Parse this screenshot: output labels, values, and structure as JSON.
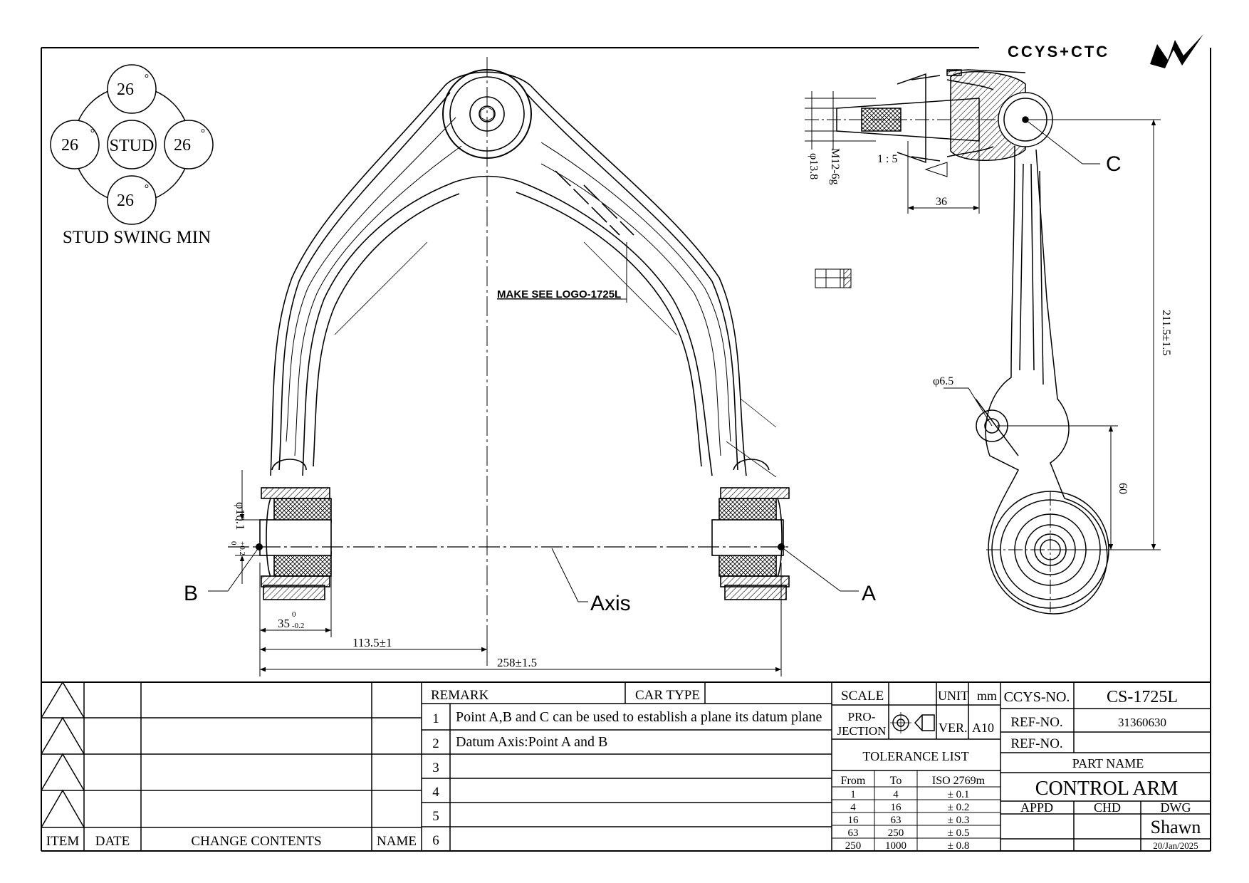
{
  "logo": {
    "text": "CCYS+CTC"
  },
  "stud_swing": {
    "title": "STUD SWING MIN",
    "center_label": "STUD",
    "angles": [
      "26",
      "26",
      "26",
      "26"
    ],
    "degree_mark": "°"
  },
  "callouts": {
    "logo_note": "MAKE SEE LOGO-1725L",
    "axis": "Axis",
    "point_a": "A",
    "point_b": "B",
    "point_c": "C"
  },
  "dimensions": {
    "bush_dia": "φ10.1",
    "bush_dia_tol_upper": "+0.2",
    "bush_dia_tol_lower": "0",
    "bush_len": "35",
    "bush_len_tol_upper": "0",
    "bush_len_tol_lower": "-0.2",
    "half_span": "113.5±1",
    "span": "258±1.5",
    "stud_dia": "φ13.8",
    "thread": "M12-6g",
    "taper": "1 : 5",
    "taper_len": "36",
    "height": "211.5±1.5",
    "hole_dia": "φ6.5",
    "offset": "60"
  },
  "revision_block": {
    "headers": [
      "ITEM",
      "DATE",
      "CHANGE CONTENTS",
      "NAME"
    ],
    "rows": 4
  },
  "remarks": {
    "header": "REMARK",
    "car_type_label": "CAR TYPE",
    "car_type_value": "",
    "items": [
      {
        "no": "1",
        "text": "Point A,B and C can be used to establish a plane its datum plane"
      },
      {
        "no": "2",
        "text": "Datum Axis:Point A and B"
      },
      {
        "no": "3",
        "text": ""
      },
      {
        "no": "4",
        "text": ""
      },
      {
        "no": "5",
        "text": ""
      },
      {
        "no": "6",
        "text": ""
      }
    ]
  },
  "spec": {
    "scale_label": "SCALE",
    "scale_value": "",
    "unit_label": "UNIT",
    "unit_value": "mm",
    "projection_label_1": "PRO-",
    "projection_label_2": "JECTION",
    "ver_label": "VER.",
    "ver_value": "A10"
  },
  "tolerance": {
    "title": "TOLERANCE LIST",
    "headers": [
      "From",
      "To",
      "ISO 2769m"
    ],
    "rows": [
      [
        "1",
        "4",
        "± 0.1"
      ],
      [
        "4",
        "16",
        "± 0.2"
      ],
      [
        "16",
        "63",
        "± 0.3"
      ],
      [
        "63",
        "250",
        "± 0.5"
      ],
      [
        "250",
        "1000",
        "± 0.8"
      ]
    ]
  },
  "title_block": {
    "ccys_no_label": "CCYS-NO.",
    "ccys_no_value": "CS-1725L",
    "ref_no_label": "REF-NO.",
    "ref_no_value": "31360630",
    "ref_no2_label": "REF-NO.",
    "ref_no2_value": "",
    "part_name_label": "PART NAME",
    "part_name_value": "CONTROL ARM",
    "appd_label": "APPD",
    "chd_label": "CHD",
    "dwg_label": "DWG",
    "drawn_by": "Shawn",
    "date": "20/Jan/2025"
  }
}
